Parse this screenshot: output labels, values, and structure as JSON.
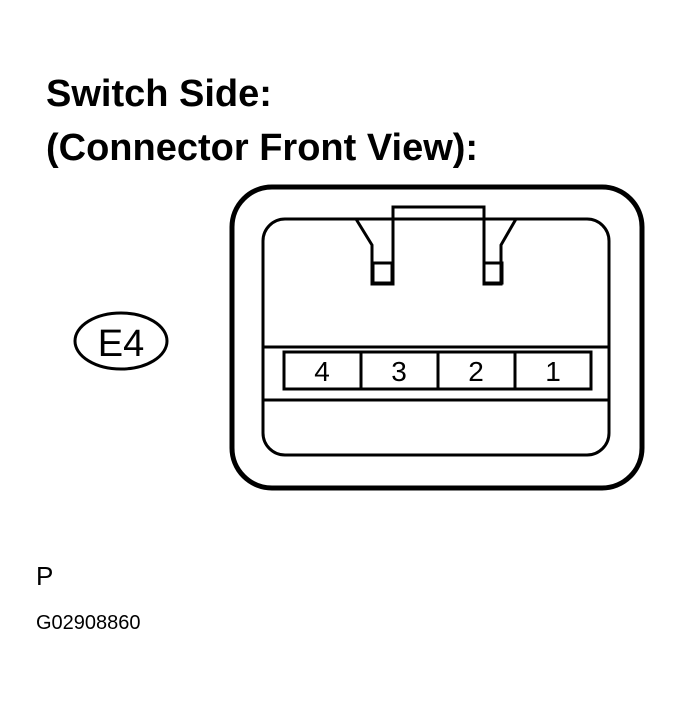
{
  "title": {
    "line1": "Switch Side:",
    "line2": "(Connector Front View):"
  },
  "connector": {
    "label": "E4",
    "pins": [
      "4",
      "3",
      "2",
      "1"
    ]
  },
  "footer": {
    "letter": "P",
    "code": "G02908860"
  },
  "colors": {
    "ink": "#000000",
    "background": "#ffffff"
  }
}
